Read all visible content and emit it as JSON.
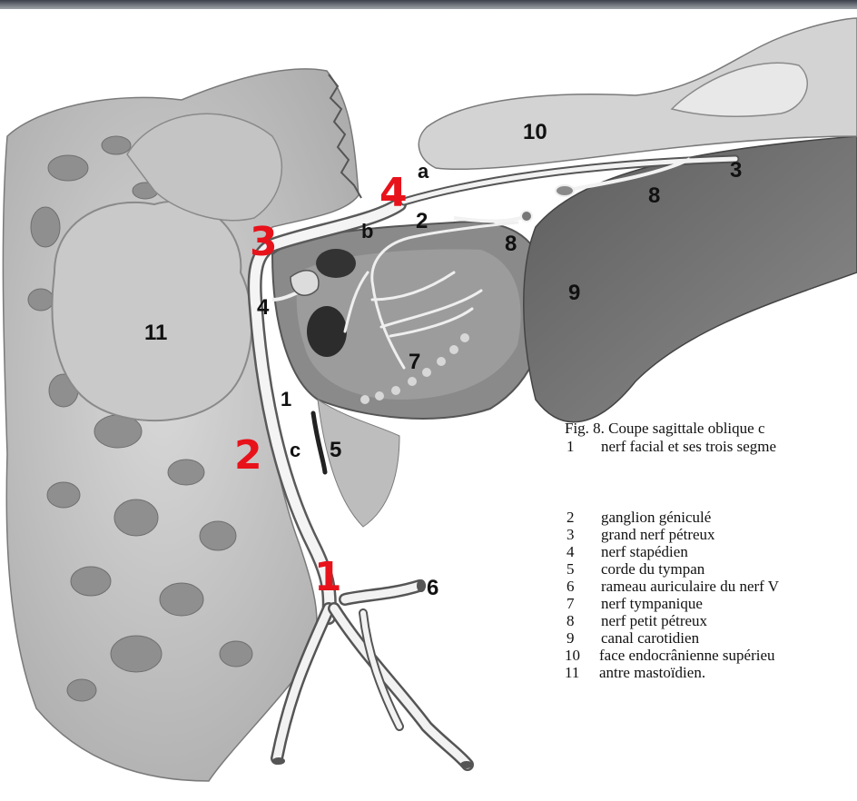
{
  "figure": {
    "labels": {
      "n1": "1",
      "n2": "2",
      "n3": "3",
      "n4": "4",
      "n5": "5",
      "n6": "6",
      "n7": "7",
      "n8": "8",
      "n8b": "8",
      "n9": "9",
      "n10": "10",
      "n11": "11",
      "n3top": "3",
      "a": "a",
      "b": "b",
      "c": "c",
      "n2mid": "2"
    },
    "red_labels": {
      "r1": "1",
      "r2": "2",
      "r3": "3",
      "r4": "4"
    },
    "colors": {
      "red_label": "#e8121b",
      "tissue": "#cfcfcf",
      "bone_dark": "#6e6e6e",
      "nerve": "#f2f2f2"
    }
  },
  "caption": {
    "title": "Fig. 8.  Coupe sagittale oblique c",
    "items": [
      {
        "num": "1",
        "text": "nerf facial et ses trois segme"
      },
      {
        "num": "2",
        "text": "ganglion géniculé"
      },
      {
        "num": "3",
        "text": "grand nerf pétreux"
      },
      {
        "num": "4",
        "text": "nerf stapédien"
      },
      {
        "num": "5",
        "text": "corde du tympan"
      },
      {
        "num": "6",
        "text": "rameau auriculaire du nerf V"
      },
      {
        "num": "7",
        "text": "nerf tympanique"
      },
      {
        "num": "8",
        "text": "nerf petit pétreux"
      },
      {
        "num": "9",
        "text": "canal carotidien"
      },
      {
        "num": "10",
        "text": "face endocrânienne supérieu"
      },
      {
        "num": "11",
        "text": "antre mastoïdien."
      }
    ]
  }
}
